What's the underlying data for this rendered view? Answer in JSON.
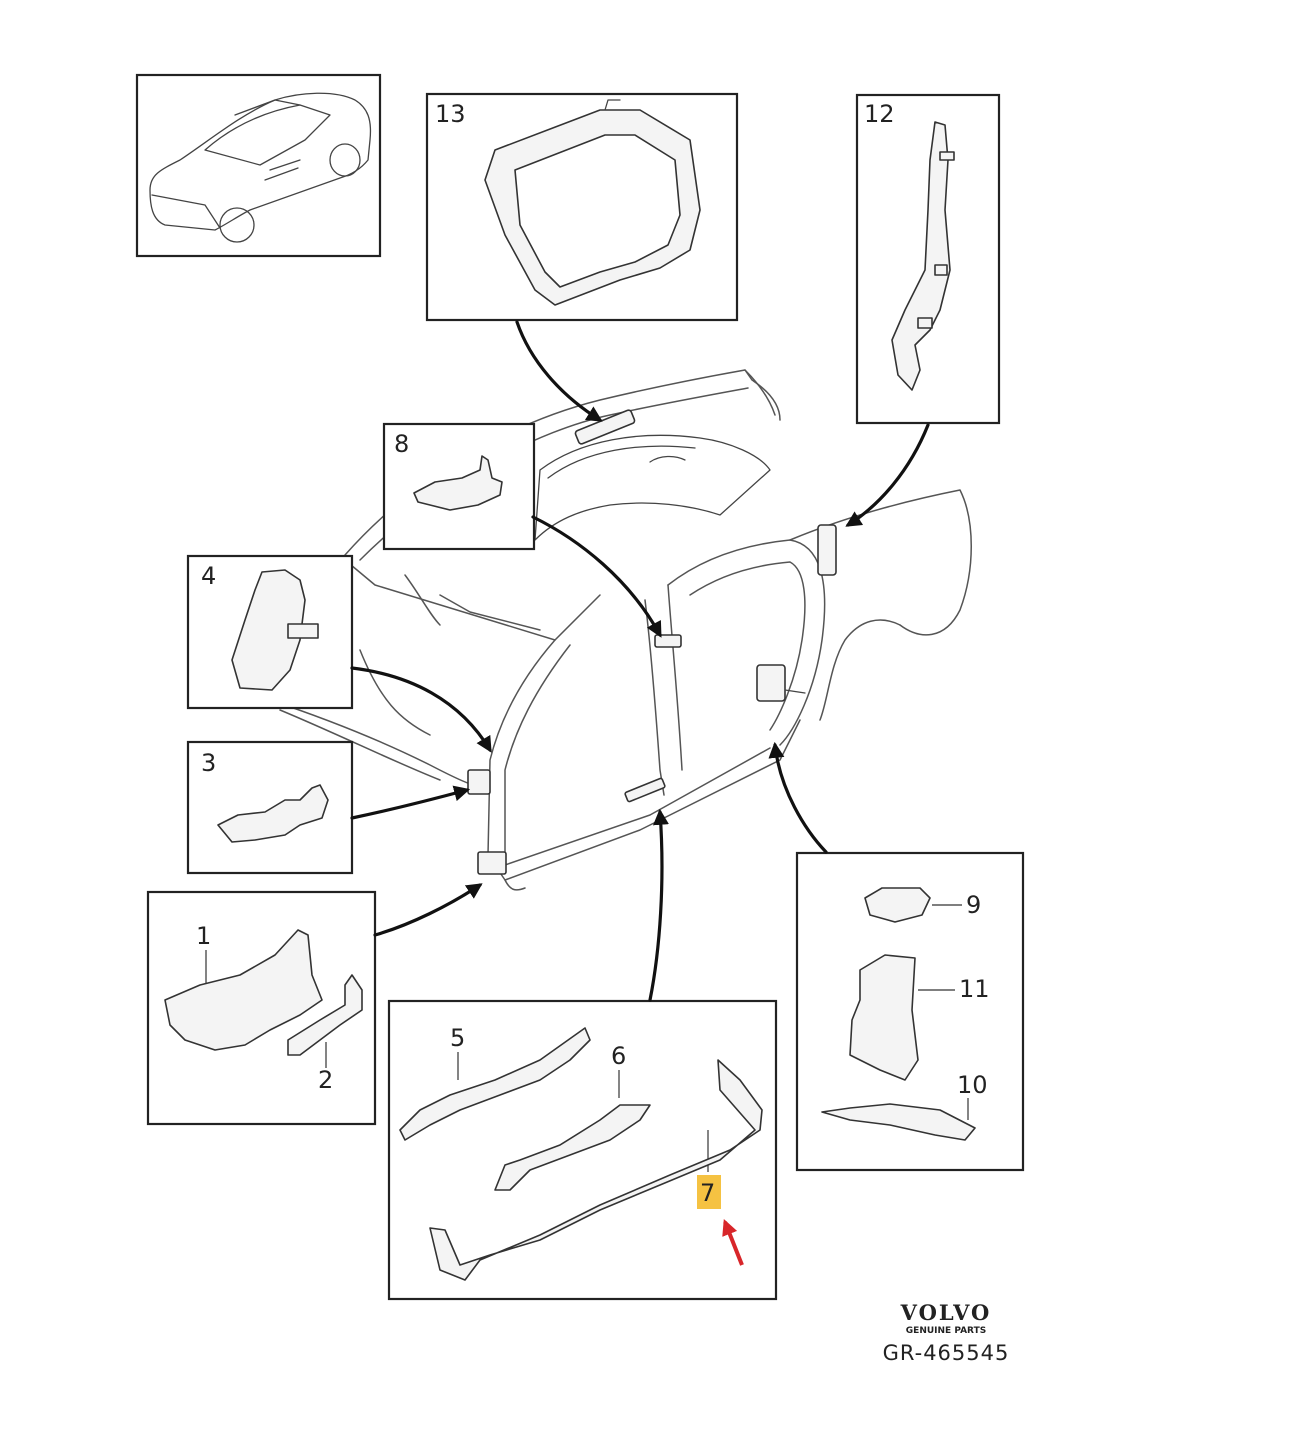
{
  "callouts": {
    "n1": "1",
    "n2": "2",
    "n3": "3",
    "n4": "4",
    "n5": "5",
    "n6": "6",
    "n7": "7",
    "n8": "8",
    "n9": "9",
    "n10": "10",
    "n11": "11",
    "n12": "12",
    "n13": "13"
  },
  "highlight": {
    "part": "7",
    "color": "#f5c242",
    "arrow_color": "#d8262a"
  },
  "footer": {
    "brand": "VOLVO",
    "subtitle": "GENUINE PARTS",
    "code": "GR-465545"
  }
}
